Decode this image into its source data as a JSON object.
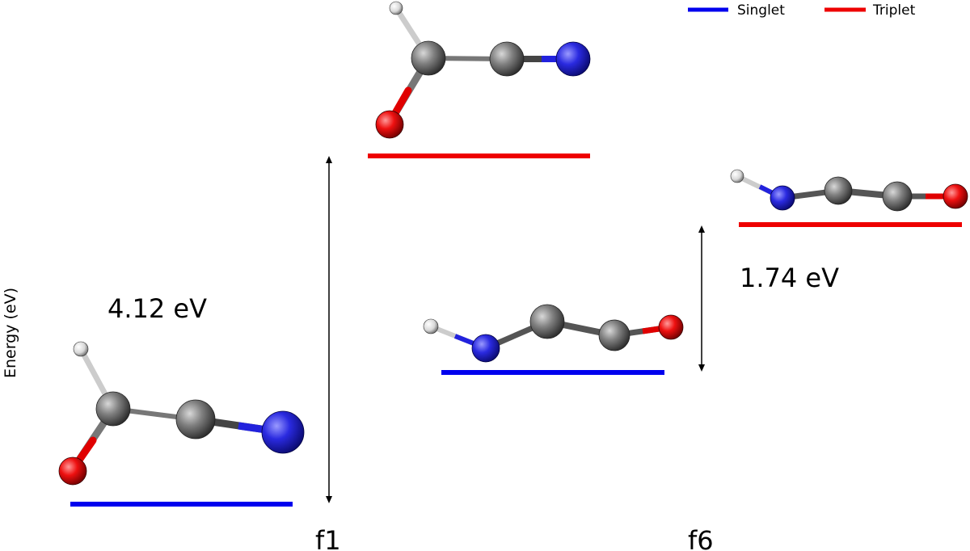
{
  "axis": {
    "ylabel": "Energy (eV)"
  },
  "legend": {
    "items": [
      {
        "label": "Singlet",
        "color": "#0000ee"
      },
      {
        "label": "Triplet",
        "color": "#ee0000"
      }
    ]
  },
  "groups": [
    {
      "label": "f1",
      "gap": "4.12 eV",
      "molecule_top": "H-C(=O)-C≡N",
      "molecule_bottom": "H-C(=O)-C≡N"
    },
    {
      "label": "f6",
      "gap": "1.74 eV",
      "molecule_top": "H-N=C=C=O",
      "molecule_bottom": "H-N=C=C=O"
    }
  ],
  "colors": {
    "singlet": "#0000ee",
    "triplet": "#ee0000",
    "carbon": "#5a5a5a",
    "nitrogen": "#2222dd",
    "oxygen": "#e00000",
    "hydrogen": "#dddddd"
  }
}
